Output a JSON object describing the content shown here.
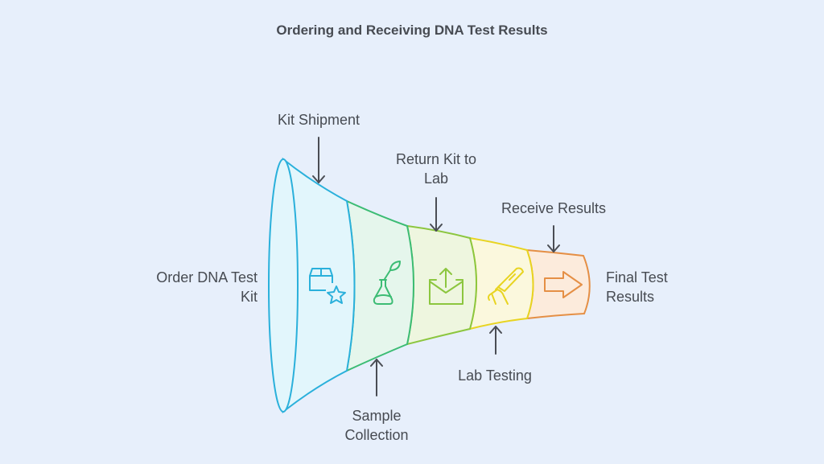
{
  "title": "Ordering and Receiving DNA Test Results",
  "stages": [
    {
      "name": "Order DNA Test Kit",
      "label_lines": [
        "Order DNA Test",
        "Kit"
      ],
      "icon": "box-star-icon",
      "color": "#2ab0db",
      "fill": "#e2f6fc"
    },
    {
      "name": "Kit Shipment",
      "label_lines": [
        "Kit Shipment"
      ],
      "icon": "none",
      "color": "#2ab0db",
      "fill": "#e2f6fc"
    },
    {
      "name": "Sample Collection",
      "label_lines": [
        "Sample",
        "Collection"
      ],
      "icon": "flask-plant-icon",
      "color": "#3cbc74",
      "fill": "#e5f6ec"
    },
    {
      "name": "Return Kit to Lab",
      "label_lines": [
        "Return Kit to",
        "Lab"
      ],
      "icon": "mail-upload-icon",
      "color": "#8cc63f",
      "fill": "#eef6df"
    },
    {
      "name": "Lab Testing",
      "label_lines": [
        "Lab Testing"
      ],
      "icon": "test-hand-icon",
      "color": "#e8d421",
      "fill": "#fbf8dd"
    },
    {
      "name": "Receive Results",
      "label_lines": [
        "Receive Results"
      ],
      "icon": "arrow-right-icon",
      "color": "#e58f45",
      "fill": "#fcebdc"
    },
    {
      "name": "Final Test Results",
      "label_lines": [
        "Final Test",
        "Results"
      ],
      "icon": "none",
      "color": "#e58f45",
      "fill": "#fcebdc"
    }
  ],
  "labels": {
    "order": [
      "Order DNA Test",
      "Kit"
    ],
    "shipment": [
      "Kit Shipment"
    ],
    "sample": [
      "Sample",
      "Collection"
    ],
    "return": [
      "Return Kit to",
      "Lab"
    ],
    "testing": [
      "Lab Testing"
    ],
    "receive": [
      "Receive Results"
    ],
    "final": [
      "Final Test",
      "Results"
    ]
  },
  "colors": {
    "background": "#e7effb",
    "text": "#474b52",
    "arrow": "#4a4d54",
    "blue": "#2ab0db",
    "green": "#3cbc74",
    "lime": "#8cc63f",
    "yellow": "#e8d421",
    "orange": "#e58f45"
  }
}
